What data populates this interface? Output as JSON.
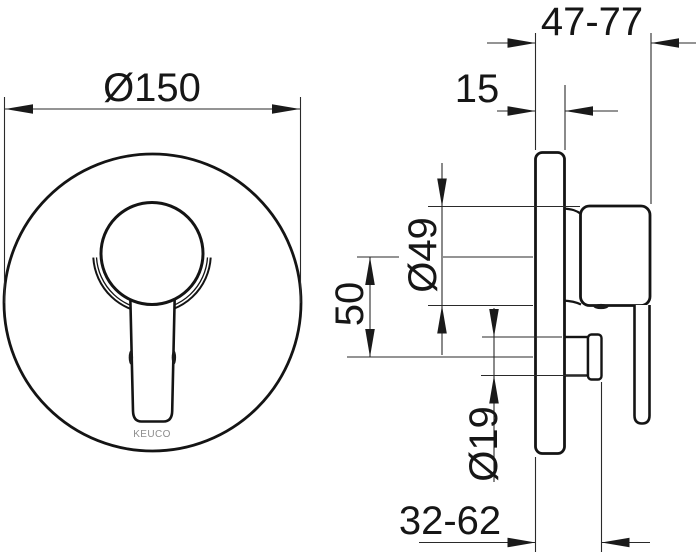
{
  "drawing": {
    "title": "shower-mixer-dimension-drawing",
    "brand_logo": "KEUCO",
    "front_view": {
      "plate_diameter_label": "Ø150"
    },
    "side_view": {
      "depth_range_label": "47-77",
      "plate_thickness_label": "15",
      "knob_diameter_label": "Ø49",
      "center_distance_label": "50",
      "pipe_diameter_label": "Ø19",
      "projection_range_label": "32-62"
    },
    "colors": {
      "background": "#ffffff",
      "object_line": "#141414",
      "dimension_line": "#2a2a2a",
      "logo_gray": "#8c8c8c"
    }
  }
}
